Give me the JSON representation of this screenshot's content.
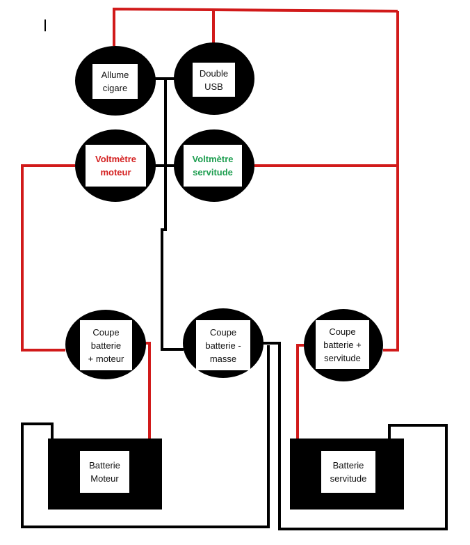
{
  "diagram": {
    "title": "",
    "colors": {
      "positive_wire": "#d11a1a",
      "ground_wire": "#000000",
      "component_fill": "#000000",
      "label_bg": "#ffffff",
      "voltmeter_engine_text": "#d42020",
      "voltmeter_service_text": "#1e9e50"
    },
    "components": {
      "allume_cigare": {
        "label": "Allume\ncigare",
        "type": "accessory"
      },
      "double_usb": {
        "label": "Double\nUSB",
        "type": "accessory"
      },
      "voltmetre_moteur": {
        "label": "Voltmètre\nmoteur",
        "type": "voltmeter"
      },
      "voltmetre_servitude": {
        "label": "Voltmètre\nservitude",
        "type": "voltmeter"
      },
      "coupe_batterie_plus_moteur": {
        "label": "Coupe\nbatterie\n+ moteur",
        "type": "switch"
      },
      "coupe_batterie_masse": {
        "label": "Coupe\nbatterie -\nmasse",
        "type": "switch"
      },
      "coupe_batterie_plus_servitude": {
        "label": "Coupe\nbatterie +\nservitude",
        "type": "switch"
      },
      "batterie_moteur": {
        "label": "Batterie\nMoteur",
        "type": "battery"
      },
      "batterie_servitude": {
        "label": "Batterie\nservitude",
        "type": "battery"
      }
    },
    "connections": [
      {
        "from": "coupe_batterie_plus_servitude",
        "to": "allume_cigare",
        "wire": "positive"
      },
      {
        "from": "coupe_batterie_plus_servitude",
        "to": "double_usb",
        "wire": "positive"
      },
      {
        "from": "coupe_batterie_plus_servitude",
        "to": "voltmetre_servitude",
        "wire": "positive"
      },
      {
        "from": "coupe_batterie_plus_moteur",
        "to": "voltmetre_moteur",
        "wire": "positive"
      },
      {
        "from": "batterie_moteur",
        "to": "coupe_batterie_plus_moteur",
        "wire": "positive"
      },
      {
        "from": "batterie_servitude",
        "to": "coupe_batterie_plus_servitude",
        "wire": "positive"
      },
      {
        "from": "allume_cigare",
        "to": "double_usb",
        "wire": "ground"
      },
      {
        "from": "voltmetre_moteur",
        "to": "voltmetre_servitude",
        "wire": "ground"
      },
      {
        "from": "allume_cigare",
        "to": "coupe_batterie_masse",
        "wire": "ground"
      },
      {
        "from": "coupe_batterie_masse",
        "to": "batterie_moteur",
        "wire": "ground"
      },
      {
        "from": "coupe_batterie_masse",
        "to": "batterie_servitude",
        "wire": "ground"
      }
    ]
  }
}
